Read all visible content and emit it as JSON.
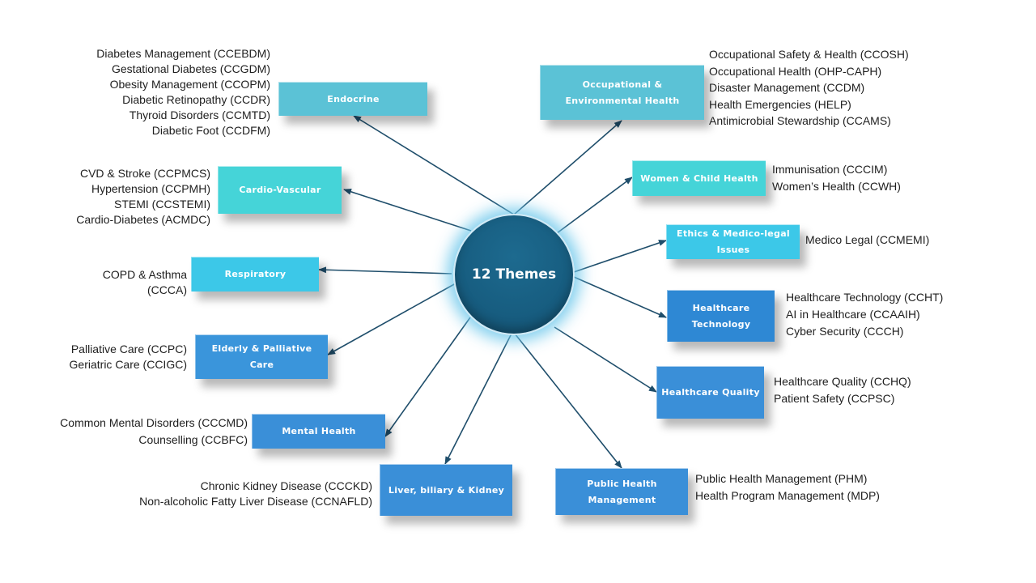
{
  "hub": {
    "label": "12 Themes",
    "color": "#175d80"
  },
  "connector_color": "#1f4e6b",
  "themes": [
    {
      "label": "Endocrine",
      "color": "#5bc2d6",
      "items": [
        "Diabetes Management (CCEBDM)",
        "Gestational Diabetes (CCGDM)",
        "Obesity Management (CCOPM)",
        "Diabetic Retinopathy (CCDR)",
        "Thyroid Disorders (CCMTD)",
        "Diabetic Foot (CCDFM)"
      ]
    },
    {
      "label": "Cardio-Vascular",
      "color": "#45d4d8",
      "items": [
        "CVD & Stroke (CCPMCS)",
        "Hypertension (CCPMH)",
        "STEMI (CCSTEMI)",
        "Cardio-Diabetes (ACMDC)"
      ]
    },
    {
      "label": "Respiratory",
      "color": "#3cc8e8",
      "items": [
        "COPD & Asthma",
        "(CCCA)"
      ]
    },
    {
      "label": "Elderly & Palliative Care",
      "color": "#3a95db",
      "items": [
        "Palliative Care (CCPC)",
        "Geriatric Care (CCIGC)"
      ]
    },
    {
      "label": "Mental Health",
      "color": "#3a8fd8",
      "items": [
        "Common  Mental Disorders (CCCMD)",
        "Counselling (CCBFC)"
      ]
    },
    {
      "label": "Liver, biliary & Kidney",
      "color": "#3a8fd8",
      "items": [
        "Chronic Kidney Disease (CCCKD)",
        "Non-alcoholic Fatty Liver Disease (CCNAFLD)"
      ]
    },
    {
      "label": "Occupational & Environmental Health",
      "color": "#5bc2d6",
      "items": [
        "Occupational Safety & Health (CCOSH)",
        "Occupational Health (OHP-CAPH)",
        "Disaster Management (CCDM)",
        "Health Emergencies (HELP)",
        "Antimicrobial Stewardship (CCAMS)"
      ]
    },
    {
      "label": "Women & Child Health",
      "color": "#45d4d8",
      "items": [
        "Immunisation  (CCCIM)",
        "Women’s Health (CCWH)"
      ]
    },
    {
      "label": "Ethics & Medico-legal Issues",
      "color": "#3cc8e8",
      "items": [
        "Medico Legal (CCMEMI)"
      ]
    },
    {
      "label": "Healthcare Technology",
      "color": "#2e88d4",
      "items": [
        "Healthcare Technology (CCHT)",
        "AI in Healthcare (CCAAIH)",
        "Cyber Security (CCCH)"
      ]
    },
    {
      "label": "Healthcare Quality",
      "color": "#3a8fd8",
      "items": [
        "Healthcare Quality (CCHQ)",
        "Patient Safety (CCPSC)"
      ]
    },
    {
      "label": "Public Health Management",
      "color": "#3a8fd8",
      "items": [
        "Public Health Management (PHM)",
        "Health Program Management (MDP)"
      ]
    }
  ]
}
